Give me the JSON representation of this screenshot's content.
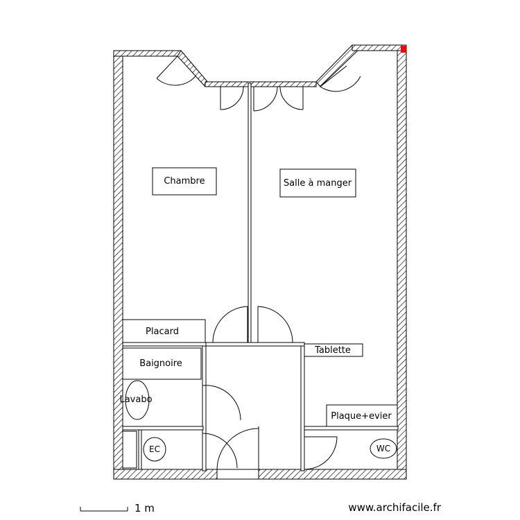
{
  "rooms": {
    "chambre": "Chambre",
    "salle": "Salle à manger",
    "placard": "Placard",
    "baignoire": "Baignoire",
    "lavabo": "Lavabo",
    "tablette": "Tablette",
    "plaque": "Plaque+evier",
    "ec": "EC",
    "wc": "WC"
  },
  "scale": {
    "label": "1 m"
  },
  "watermark": "www.archifacile.fr",
  "colors": {
    "wall": "#000000",
    "marker": "#ff0000"
  }
}
